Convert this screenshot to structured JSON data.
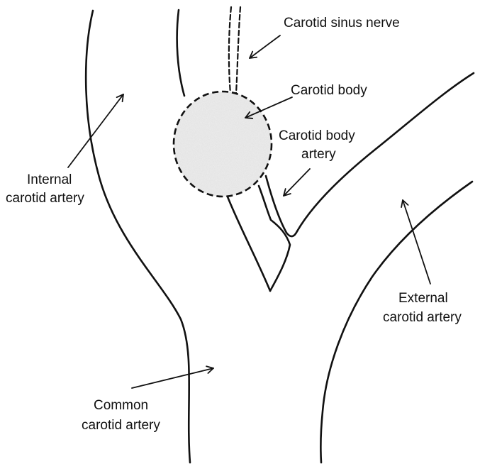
{
  "labels": {
    "carotid_sinus_nerve": "Carotid sinus nerve",
    "carotid_body": "Carotid body",
    "carotid_body_artery_line1": "Carotid body",
    "carotid_body_artery_line2": "artery",
    "internal_carotid_line1": "Internal",
    "internal_carotid_line2": "carotid artery",
    "external_carotid_line1": "External",
    "external_carotid_line2": "carotid artery",
    "common_carotid_line1": "Common",
    "common_carotid_line2": "carotid artery"
  },
  "colors": {
    "stroke": "#111111",
    "carotid_body_fill": "#eeeeee",
    "background": "#ffffff"
  }
}
